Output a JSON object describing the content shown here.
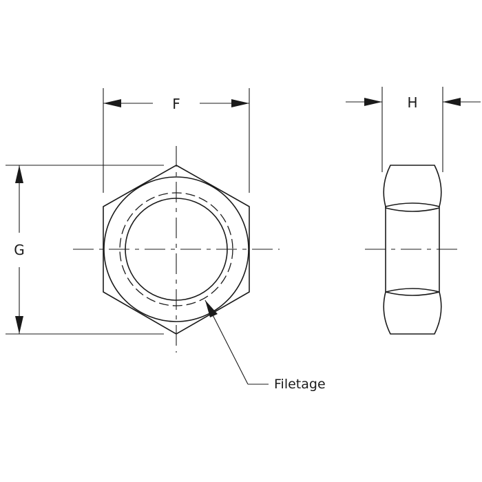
{
  "labels": {
    "width_across_flats": "F",
    "thickness": "H",
    "width_across_corners": "G",
    "thread": "Filetage"
  },
  "colors": {
    "line": "#1a1a1a",
    "background": "#ffffff"
  }
}
